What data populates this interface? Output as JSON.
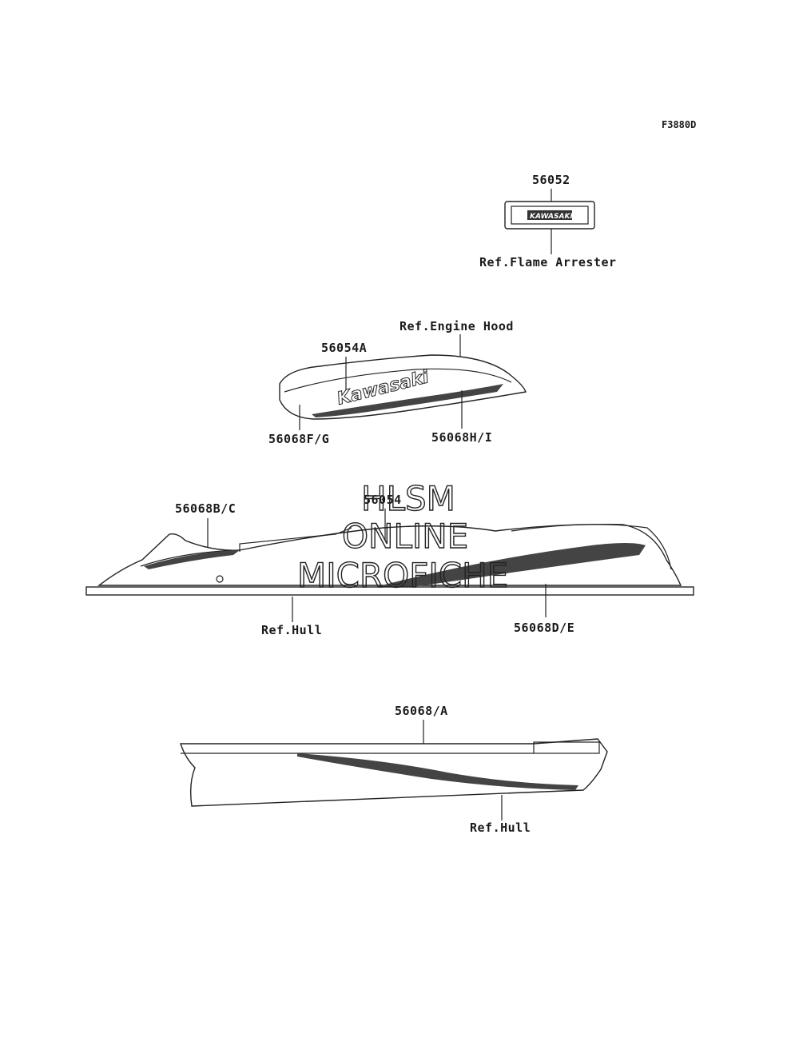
{
  "figure_id": "F3880D",
  "labels": {
    "p56052": "56052",
    "flame_arrester": "Ref.Flame Arrester",
    "engine_hood": "Ref.Engine Hood",
    "p56054a": "56054A",
    "p56068fg": "56068F/G",
    "p56068hi": "56068H/I",
    "p56068bc": "56068B/C",
    "p56054": "56054",
    "hull_top": "Ref.Hull",
    "p56068de": "56068D/E",
    "p56068a": "56068/A",
    "hull_bottom": "Ref.Hull"
  },
  "decal_text": {
    "kawasaki": "Kawasaki",
    "badge_small": "KAWASAKI"
  },
  "watermark": {
    "line1": "HLSM",
    "line2": "ONLINE",
    "line3": "MICROFICHE"
  }
}
